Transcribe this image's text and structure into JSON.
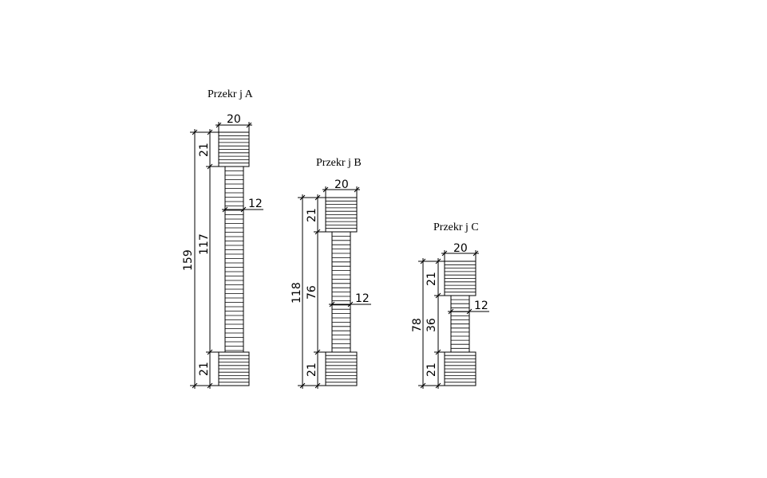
{
  "sections": [
    {
      "id": "A",
      "title": "Przekr  j A",
      "top_width": "20",
      "top_height": "21",
      "web_height": "117",
      "web_width": "12",
      "bottom_height": "21",
      "total_height": "159"
    },
    {
      "id": "B",
      "title": "Przekr  j B",
      "top_width": "20",
      "top_height": "21",
      "web_height": "76",
      "web_width": "12",
      "bottom_height": "21",
      "total_height": "118"
    },
    {
      "id": "C",
      "title": "Przekr  j C",
      "top_width": "20",
      "top_height": "21",
      "web_height": "36",
      "web_width": "12",
      "bottom_height": "21",
      "total_height": "78"
    }
  ]
}
